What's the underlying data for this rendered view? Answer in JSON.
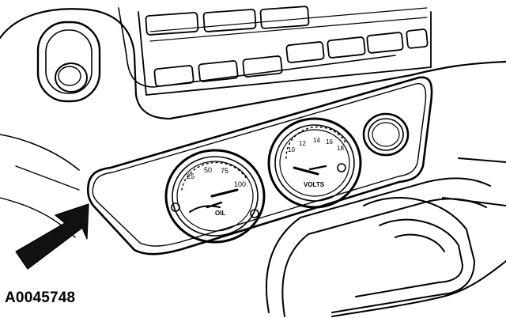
{
  "figure": {
    "reference_id": "A0045748"
  },
  "oil_gauge": {
    "scale": [
      "25",
      "50",
      "75",
      "100"
    ],
    "label": "OIL"
  },
  "volt_gauge": {
    "scale": [
      "10",
      "12",
      "14",
      "16",
      "18"
    ],
    "label": "VOLTS"
  },
  "colors": {
    "line": "#000000",
    "background": "#ffffff",
    "arrow": "#111111"
  }
}
